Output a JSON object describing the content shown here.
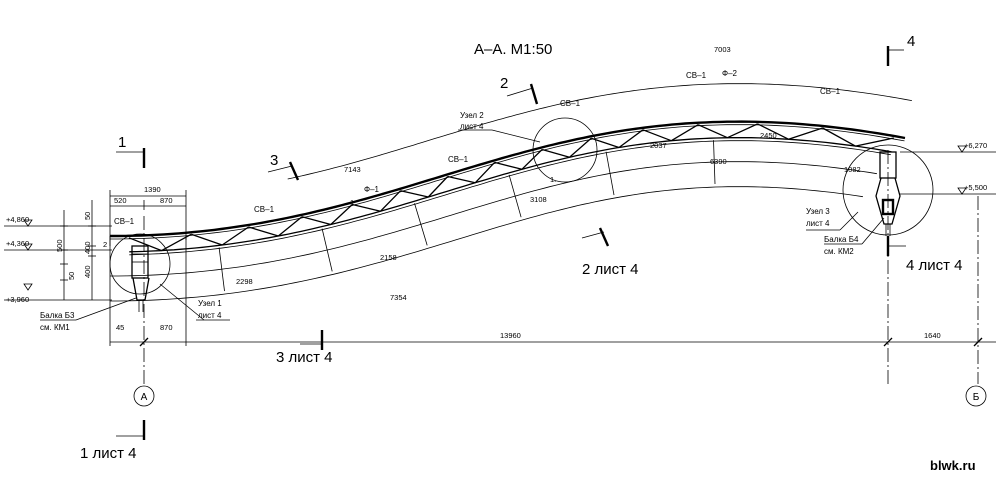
{
  "title": "А–А. М1:50",
  "watermark": "blwk.ru",
  "section_marks": [
    {
      "id": "1",
      "label": "1"
    },
    {
      "id": "2",
      "label": "2"
    },
    {
      "id": "3",
      "label": "3"
    },
    {
      "id": "4",
      "label": "4"
    }
  ],
  "section_refs": [
    {
      "id": "ref-1",
      "label": "1 лист 4"
    },
    {
      "id": "ref-2",
      "label": "2 лист 4"
    },
    {
      "id": "ref-3",
      "label": "3 лист 4"
    },
    {
      "id": "ref-4",
      "label": "4 лист 4"
    }
  ],
  "axes": [
    {
      "id": "axis-a",
      "label": "А"
    },
    {
      "id": "axis-b",
      "label": "Б"
    }
  ],
  "elevations": [
    "+4,860",
    "+4,360",
    "+3,960",
    "+6,270",
    "+5,500"
  ],
  "nodes": [
    {
      "id": "node-1",
      "line1": "Узел 1",
      "line2": "лист 4"
    },
    {
      "id": "node-2",
      "line1": "Узел 2",
      "line2": "лист 4"
    },
    {
      "id": "node-3",
      "line1": "Узел 3",
      "line2": "лист 4"
    }
  ],
  "beams": [
    {
      "id": "beam-b3",
      "line1": "Балка Б3",
      "line2": "см. КМ1"
    },
    {
      "id": "beam-b4",
      "line1": "Балка Б4",
      "line2": "см. КМ2"
    }
  ],
  "member_labels": [
    "СВ–1",
    "СВ–1",
    "СВ–1",
    "СВ–1",
    "СВ–1",
    "СВ–1",
    "Ф–1",
    "Ф–2"
  ],
  "arc_dims": [
    "7003",
    "7143",
    "2037",
    "2450",
    "1082",
    "2158",
    "3108",
    "6390",
    "2298",
    "7354"
  ],
  "linear_dims": [
    "1390",
    "520",
    "870",
    "50",
    "500",
    "400",
    "50",
    "400",
    "2",
    "45",
    "870",
    "13960",
    "1640"
  ],
  "small_marks": [
    "1.",
    "1."
  ]
}
